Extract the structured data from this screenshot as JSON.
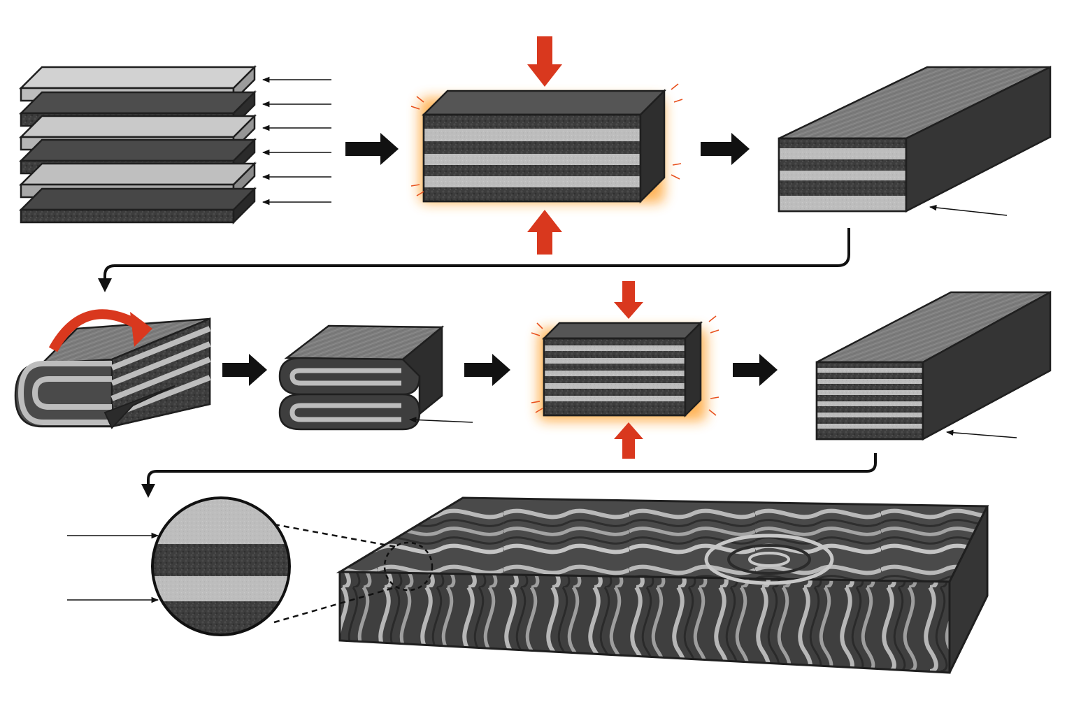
{
  "diagram": {
    "type": "process-illustration",
    "labels": [],
    "steps": [
      {
        "id": "stack-plates",
        "layers": 6
      },
      {
        "id": "forge-weld",
        "heat": true,
        "press": true
      },
      {
        "id": "draw-out-bar",
        "layers": 6
      },
      {
        "id": "fold-over",
        "direction": "fold-arrow"
      },
      {
        "id": "folded-billet",
        "stacks": 2
      },
      {
        "id": "forge-weld-again",
        "heat": true,
        "press": true
      },
      {
        "id": "draw-out-bar-multilayer",
        "layers": 12
      },
      {
        "id": "patterned-billet",
        "pattern": "damascus-swirl"
      },
      {
        "id": "magnified-detail",
        "layers": 4
      }
    ],
    "colors": {
      "light_layer": "#bcbcbc",
      "dark_layer": "#3d3d3d",
      "outline": "#1f1f1f",
      "press_arrow": "#d9381e",
      "heat_glow": "#ff9a1f",
      "flow_arrow": "#111111"
    }
  }
}
